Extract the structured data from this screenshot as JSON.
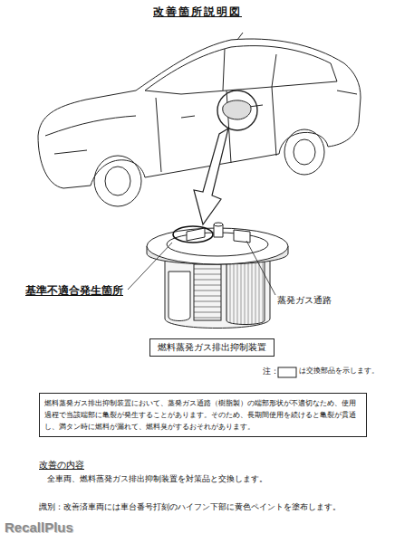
{
  "diagram": {
    "title": "改善箇所説明図",
    "nodes": [
      {
        "text": [
          "燃料蒸発ガス排出抑制装置"
        ]
      },
      {
        "text": [
          "燃料蒸発ガス排出抑制装置において、蒸発ガス通路（樹脂製）の端部形状が不適切なため、使用 過程で当該端部に亀裂が発生することがあります。そのため、長期間使用を続けると亀裂が貫通 し、満タン時に燃料が漏れて、燃料臭がするおそれがあります。"
        ]
      }
    ],
    "labels": [
      "基準不適合発生箇所",
      "蒸発ガス通路",
      "注：",
      "は交換部品を示します。",
      "改善の内容",
      "全車両、燃料蒸発ガス排出抑制装置を対策品と交換します。",
      "識別：改善済車両には車台番号打刻のハイフン下部に黄色ペイントを塗布します。",
      "RecallPlus"
    ]
  }
}
